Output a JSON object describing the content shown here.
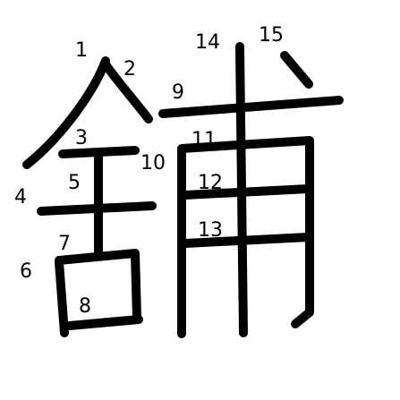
{
  "character": "鋪",
  "stroke_color": "#000000",
  "background_color": "#ffffff",
  "stroke_numbers": [
    "1",
    "2",
    "3",
    "4",
    "5",
    "6",
    "7",
    "8",
    "9",
    "10",
    "11",
    "12",
    "13",
    "14",
    "15"
  ]
}
